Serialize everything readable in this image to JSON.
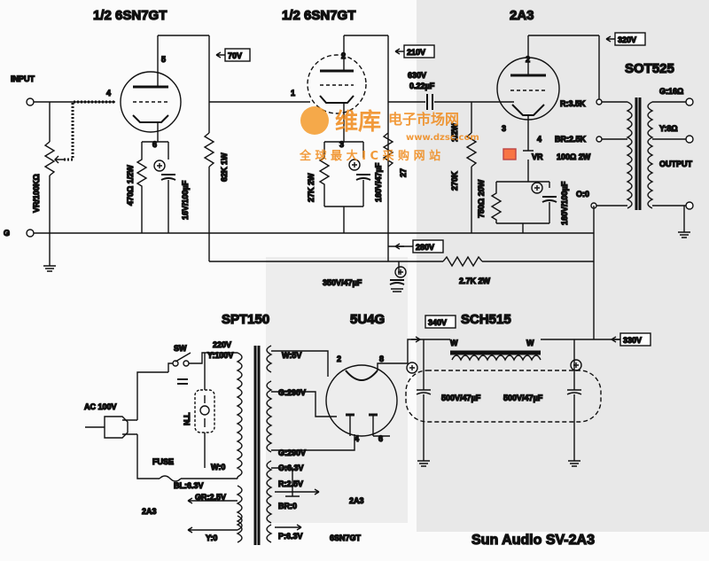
{
  "tubes": {
    "v1": "1/2  6SN7GT",
    "v2": "1/2  6SN7GT",
    "v3": "2A3",
    "rect": "5U4G"
  },
  "transformers": {
    "output": "SOT525",
    "power": "SPT150",
    "choke": "SCH515"
  },
  "voltages": {
    "v70": "70V",
    "v210": "210V",
    "v320": "320V",
    "v280": "280V",
    "v340": "340V",
    "v330": "330V",
    "cap630": "630V",
    "cap022": "0.22µF"
  },
  "components": {
    "input": "INPUT",
    "ground": "G",
    "vr": "VR/100KΩ",
    "r470": "470Ω 1/2W",
    "c1": "16V/100µF",
    "r62k": "62K 1W",
    "r27k": "27K 2W",
    "c2": "160V/47µF",
    "r27b": "27",
    "r270k": "270K",
    "r270w": "1/2W",
    "r750": "750Ω 20W",
    "c3": "160V/100µF",
    "vr2": "VR",
    "r100": "100Ω 2W",
    "c4": "350V/47µF",
    "r2k7": "2.7K 2W",
    "c5": "500V/47µF",
    "c6": "500V/47µF",
    "w1": "W",
    "w2": "W"
  },
  "output_taps": {
    "g16": "G:16Ω",
    "y8": "Y:8Ω",
    "r35": "R:3.5K",
    "br25": "BR:2.5K",
    "o0": "O:0",
    "output": "OUTPUT"
  },
  "power_section": {
    "sw": "SW",
    "ac": "AC 100V",
    "fuse": "FUSE",
    "nl": "N.L",
    "v220": "220V",
    "y100": "Y:100V",
    "w0": "W:0",
    "bl63": "BL:6.3V",
    "gr25": "GR:2.5V",
    "y0": "Y:0",
    "w5": "W:5V",
    "g290a": "G:290V",
    "g290b": "G:290V",
    "o63": "O:6.3V",
    "r25": "R:2.5V",
    "br0": "BR:0",
    "p63": "P:6.3V",
    "lbl2a3a": "2A3",
    "lbl2a3b": "2A3",
    "lbl6sn7": "6SN7GT"
  },
  "pins": {
    "p4": "4",
    "p5": "5",
    "p6": "6",
    "p1": "1",
    "p2": "2",
    "p3": "3",
    "p2b": "2",
    "p3b": "3",
    "p4b": "4",
    "p2c": "2",
    "p8": "8",
    "p4c": "4",
    "p6c": "6"
  },
  "watermark": {
    "cn": "维库",
    "site": "电子市场网",
    "url": "www.dzsc.com",
    "slogan": "全 球 最 大 I C 采 购 网 站"
  },
  "caption": "Sun Audio SV-2A3"
}
